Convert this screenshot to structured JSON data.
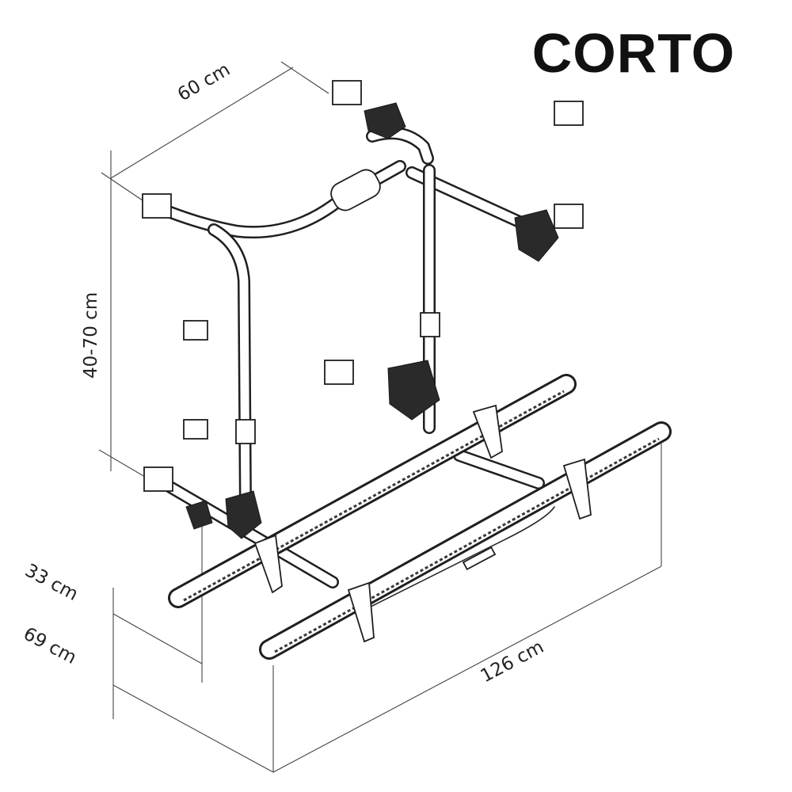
{
  "title": "CORTO",
  "dimensions": {
    "depth": "60 cm",
    "height_range": "40-70 cm",
    "rail_height_upper": "33 cm",
    "rail_height_lower": "69 cm",
    "rail_length": "126 cm"
  },
  "colors": {
    "line": "#1f1f1f",
    "background": "#ffffff",
    "title": "#111111"
  }
}
